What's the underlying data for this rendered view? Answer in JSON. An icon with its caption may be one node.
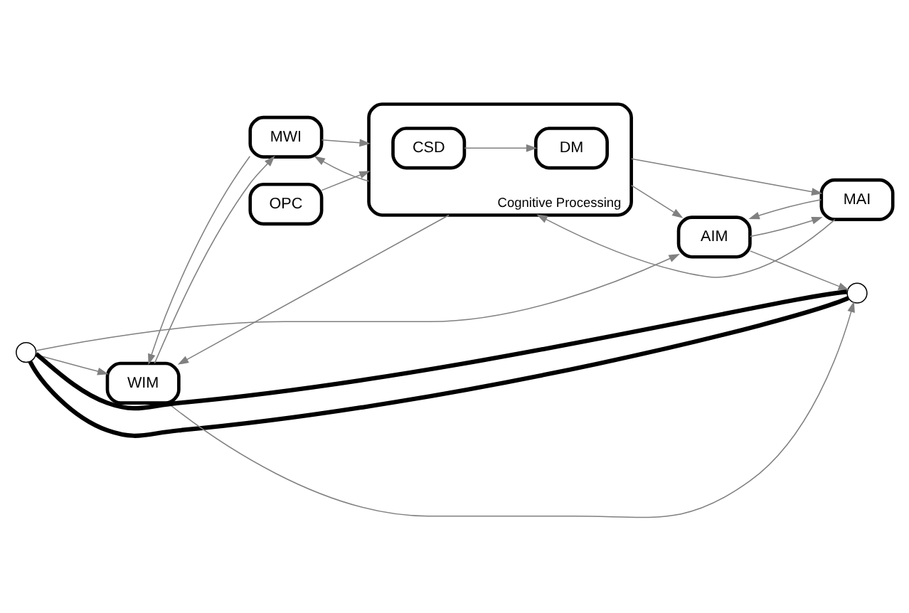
{
  "diagram": {
    "nodes": [
      {
        "text": [],
        "shape": "circle"
      },
      {
        "text": [
          "WIM"
        ]
      },
      {
        "text": [
          "MWI"
        ]
      },
      {
        "text": [
          "OPC"
        ]
      },
      {
        "text": [
          "Cognitive Processing"
        ]
      },
      {
        "text": [
          "CSD"
        ],
        "in": 4
      },
      {
        "text": [
          "DM"
        ],
        "in": 4
      },
      {
        "text": [
          "AIM"
        ]
      },
      {
        "text": [
          "MAI"
        ]
      },
      {
        "text": [],
        "shape": "circle"
      }
    ],
    "edges": [
      {
        "from": 0,
        "to": 1,
        "arrow": "to"
      },
      {
        "from": 0,
        "to": 7,
        "arrow": "to"
      },
      {
        "from": 1,
        "to": 2,
        "arrow": "to"
      },
      {
        "from": 1,
        "to": 9,
        "arrow": "to"
      },
      {
        "from": 2,
        "to": 1,
        "arrow": "to"
      },
      {
        "from": 2,
        "to": 4,
        "arrow": "to"
      },
      {
        "from": 4,
        "to": 1,
        "arrow": "to"
      },
      {
        "from": 4,
        "to": 2,
        "arrow": "to"
      },
      {
        "from": 3,
        "to": 4,
        "arrow": "to"
      },
      {
        "from": 5,
        "to": 6,
        "arrow": "to"
      },
      {
        "from": 4,
        "to": 8,
        "arrow": "to"
      },
      {
        "from": 4,
        "to": 7,
        "arrow": "to"
      },
      {
        "from": 8,
        "to": 4,
        "arrow": "to"
      },
      {
        "from": 7,
        "to": 8,
        "arrow": "to"
      },
      {
        "from": 7,
        "to": 9,
        "arrow": "to"
      },
      {
        "from": 8,
        "to": 7,
        "arrow": "to"
      },
      {
        "from": 0,
        "to": 9,
        "arrow": "none",
        "style": "thick",
        "color": "#000000"
      },
      {
        "from": 9,
        "to": 0,
        "arrow": "none",
        "style": "thick",
        "color": "#000000"
      }
    ]
  }
}
